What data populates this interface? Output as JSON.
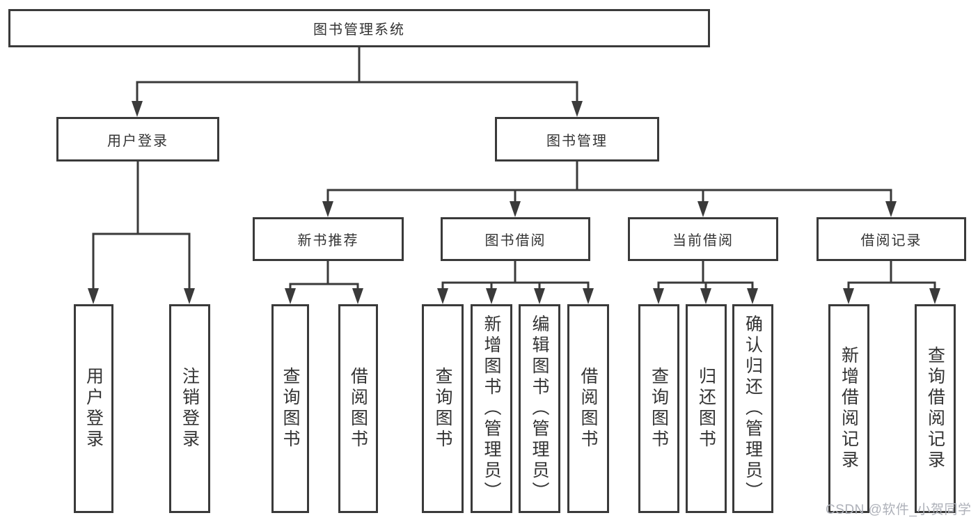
{
  "colors": {
    "line": "#3a3a3a",
    "text": "#333333",
    "watermark": "#aeb1b9",
    "background": "#ffffff"
  },
  "watermark": {
    "text": "CSDN @软件_小贺同学"
  },
  "tree": {
    "label": "图书管理系统",
    "children": [
      {
        "label": "用户登录",
        "children": [
          {
            "label": "用户登录"
          },
          {
            "label": "注销登录"
          }
        ]
      },
      {
        "label": "图书管理",
        "children": [
          {
            "label": "新书推荐",
            "children": [
              {
                "label": "查询图书"
              },
              {
                "label": "借阅图书"
              }
            ]
          },
          {
            "label": "图书借阅",
            "children": [
              {
                "label": "查询图书"
              },
              {
                "label": "新增图书（管理员）"
              },
              {
                "label": "编辑图书（管理员）"
              },
              {
                "label": "借阅图书"
              }
            ]
          },
          {
            "label": "当前借阅",
            "children": [
              {
                "label": "查询图书"
              },
              {
                "label": "归还图书"
              },
              {
                "label": "确认归还（管理员）"
              }
            ]
          },
          {
            "label": "借阅记录",
            "children": [
              {
                "label": "新增借阅记录"
              },
              {
                "label": "查询借阅记录"
              }
            ]
          }
        ]
      }
    ]
  }
}
